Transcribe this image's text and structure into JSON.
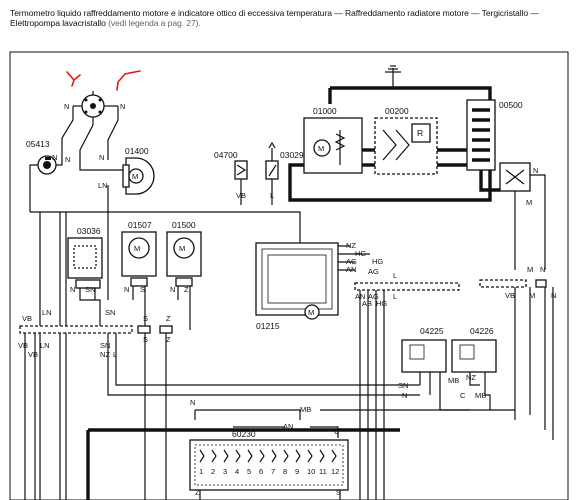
{
  "caption": {
    "main": "Termometro liquido raffreddamento motore e indicatore ottico di eccessiva temperatura — Raffreddamento radiatore motore — Tergicristallo — Elettropompa lavacristallo",
    "ref": "(vedi legenda a pag. 27)."
  },
  "components": {
    "c05413": "05413",
    "c01400": "01400",
    "c04700": "04700",
    "c03029": "03029",
    "c01000": "01000",
    "c00200": "00200",
    "c00500": "00500",
    "c03036": "03036",
    "c01507": "01507",
    "c01500": "01500",
    "c01215": "01215",
    "c04225": "04225",
    "c04226": "04226",
    "c60230": "60230"
  },
  "symbols": {
    "motor": "M",
    "relay": "R"
  },
  "wire_labels": {
    "N": "N",
    "LN": "LN",
    "VB": "VB",
    "L": "L",
    "SN": "SN",
    "S": "S",
    "Z": "Z",
    "NZ": "NZ",
    "HG": "HG",
    "AG": "AG",
    "AN": "AN",
    "AB": "AB",
    "MB": "MB",
    "C": "C",
    "M": "M"
  },
  "fuse_numbers": [
    "1",
    "2",
    "3",
    "4",
    "5",
    "6",
    "7",
    "8",
    "9",
    "10",
    "11",
    "12"
  ]
}
